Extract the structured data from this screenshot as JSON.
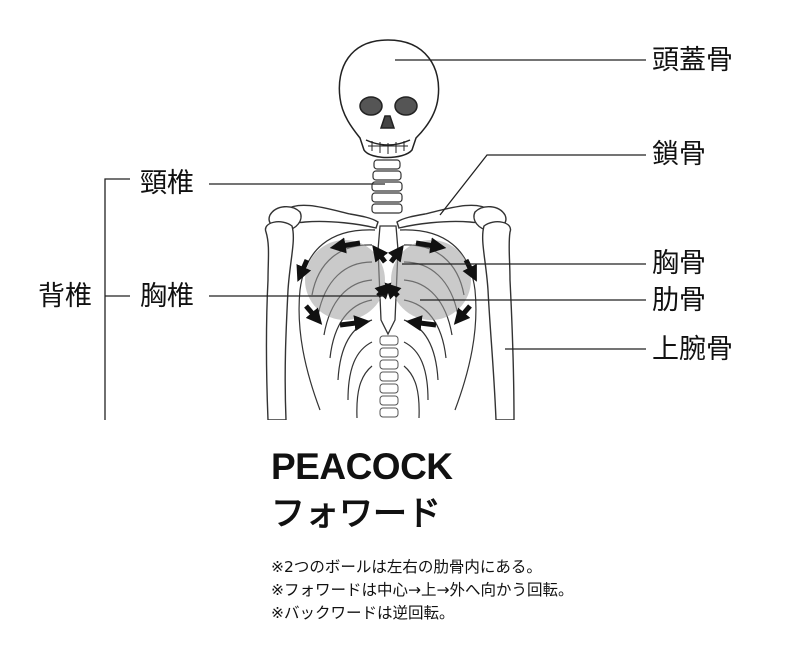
{
  "labels": {
    "skull": "頭蓋骨",
    "clavicle": "鎖骨",
    "sternum": "胸骨",
    "rib": "肋骨",
    "humerus": "上腕骨",
    "cervical": "頸椎",
    "thoracic": "胸椎",
    "spine": "背椎"
  },
  "title": {
    "line1": "PEACOCK",
    "line2": "フォワード"
  },
  "notes": [
    "※2つのボールは左右の肋骨内にある。",
    "※フォワードは中心→上→外へ向かう回転。",
    "※バックワードは逆回転。"
  ]
}
